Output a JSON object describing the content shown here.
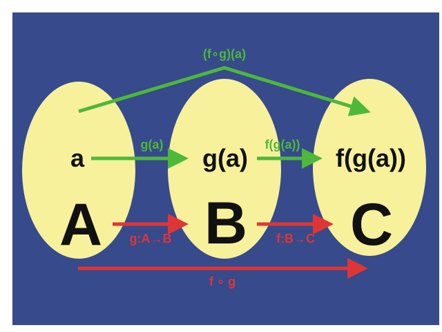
{
  "colors": {
    "background": "#364a8c",
    "ellipse": "#f7f19b",
    "green": "#4db83a",
    "red": "#e03535",
    "text": "#111111"
  },
  "sets": {
    "A": {
      "name": "A",
      "element": "a"
    },
    "B": {
      "name": "B",
      "element": "g(a)"
    },
    "C": {
      "name": "C",
      "element": "f(g(a))"
    }
  },
  "arrows": {
    "composite_top": "(f∘g)(a)",
    "g_element": "g(a)",
    "f_element": "f(g(a))",
    "g_map": "g:A→B",
    "f_map": "f:B→C",
    "composite_bottom": "f ∘ g"
  }
}
